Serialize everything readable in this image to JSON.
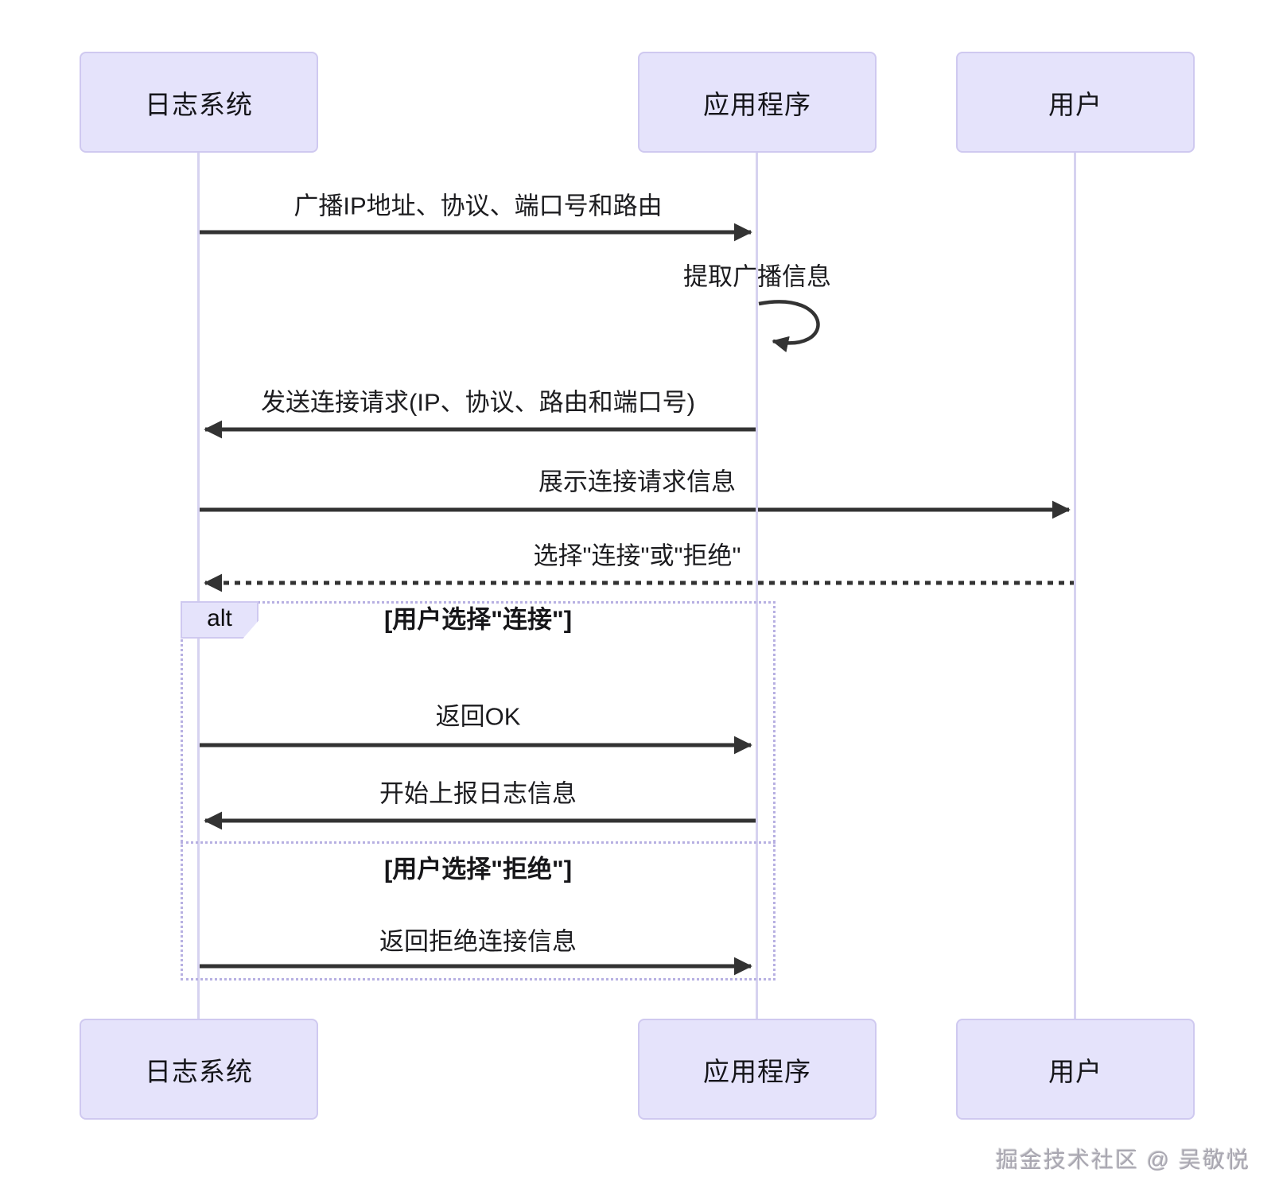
{
  "diagram": {
    "actors": [
      {
        "id": "log-system",
        "label": "日志系统"
      },
      {
        "id": "application",
        "label": "应用程序"
      },
      {
        "id": "user",
        "label": "用户"
      }
    ],
    "messages": {
      "broadcast": "广播IP地址、协议、端口号和路由",
      "extract": "提取广播信息",
      "connect_request": "发送连接请求(IP、协议、路由和端口号)",
      "show_request": "展示连接请求信息",
      "choose": "选择\"连接\"或\"拒绝\"",
      "return_ok": "返回OK",
      "start_report": "开始上报日志信息",
      "return_reject": "返回拒绝连接信息"
    },
    "alt": {
      "label": "alt",
      "condition_connect": "[用户选择\"连接\"]",
      "condition_reject": "[用户选择\"拒绝\"]"
    },
    "colors": {
      "actor_fill": "#e5e3fb",
      "actor_border": "#cfc9f0",
      "lifeline": "#d6d2f0",
      "frame_border": "#b7b0e2",
      "arrow": "#333333"
    }
  },
  "watermark": "掘金技术社区 @ 吴敬悦"
}
